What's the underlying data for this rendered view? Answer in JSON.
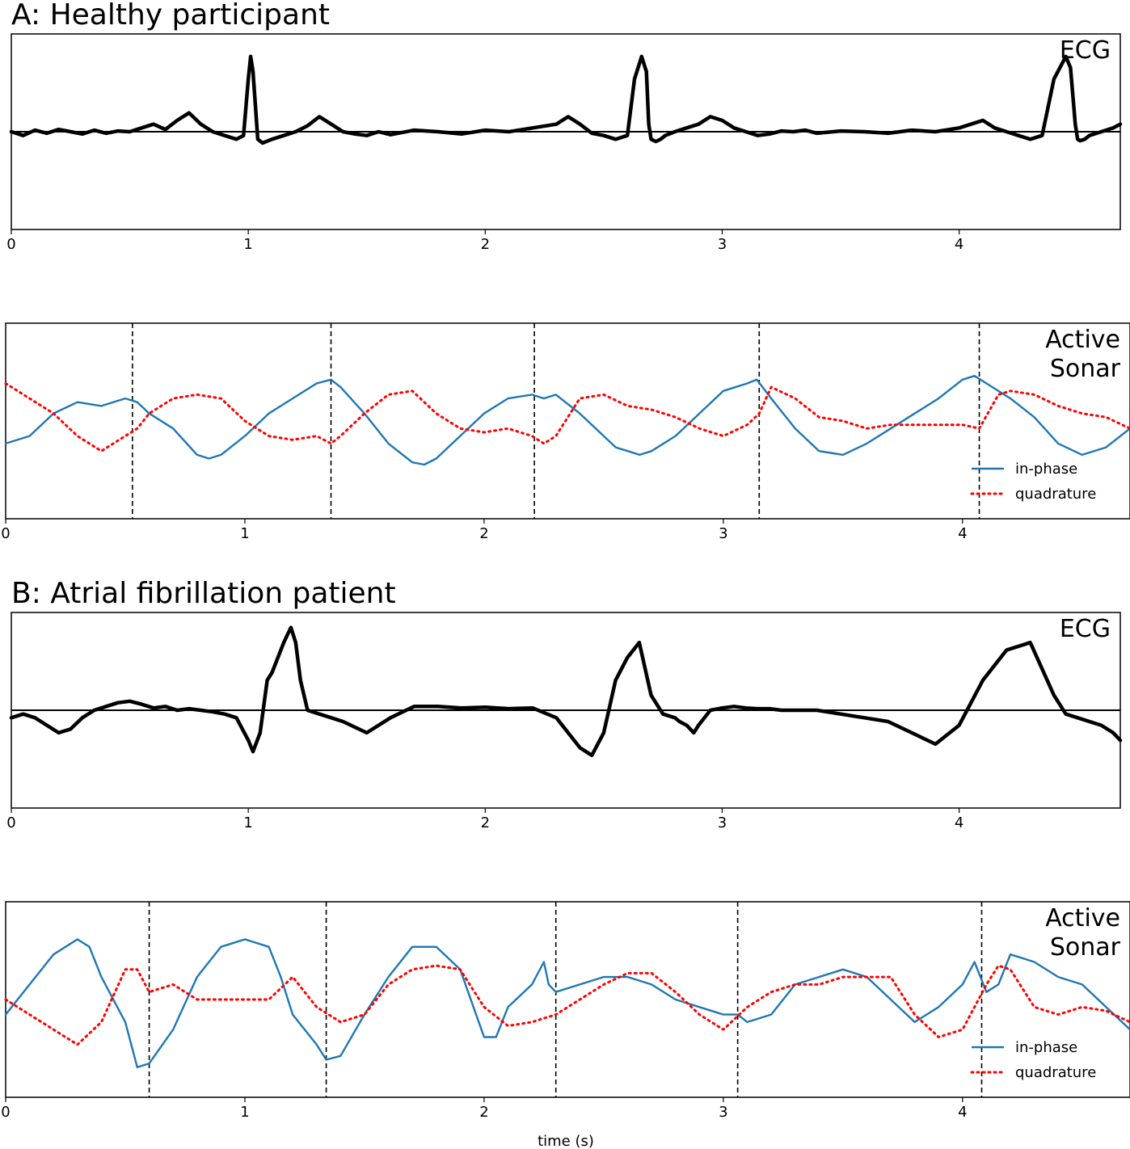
{
  "panels": {
    "A": {
      "title": "A: Healthy participant"
    },
    "B": {
      "title": "B: Atrial fibrillation patient"
    }
  },
  "x_label": "time (s)",
  "colors": {
    "ecg": "#000000",
    "in_phase": "#1f77b4",
    "quadrature": "#ff0000",
    "beat_marker": "#000000"
  },
  "chart_data": [
    {
      "id": "A-ecg",
      "type": "line",
      "title": "",
      "box_label": [
        "ECG"
      ],
      "xlim": [
        0,
        4.68
      ],
      "ylim": [
        -1.3,
        1.3
      ],
      "x_ticks": [
        0,
        1,
        2,
        3,
        4
      ],
      "grid": false,
      "baseline": 0,
      "series": [
        {
          "color": "#000000",
          "x": [
            0,
            0.05,
            0.1,
            0.15,
            0.2,
            0.25,
            0.3,
            0.35,
            0.4,
            0.45,
            0.5,
            0.55,
            0.6,
            0.65,
            0.7,
            0.75,
            0.8,
            0.85,
            0.9,
            0.95,
            0.98,
            1.0,
            1.01,
            1.02,
            1.04,
            1.06,
            1.1,
            1.15,
            1.2,
            1.25,
            1.3,
            1.35,
            1.4,
            1.45,
            1.5,
            1.55,
            1.6,
            1.7,
            1.8,
            1.9,
            2.0,
            2.1,
            2.2,
            2.3,
            2.35,
            2.4,
            2.45,
            2.5,
            2.55,
            2.6,
            2.63,
            2.66,
            2.68,
            2.69,
            2.7,
            2.72,
            2.74,
            2.76,
            2.8,
            2.85,
            2.9,
            2.95,
            3.0,
            3.05,
            3.1,
            3.15,
            3.2,
            3.25,
            3.3,
            3.35,
            3.4,
            3.5,
            3.6,
            3.7,
            3.8,
            3.9,
            4.0,
            4.05,
            4.1,
            4.15,
            4.2,
            4.25,
            4.3,
            4.35,
            4.4,
            4.45,
            4.47,
            4.49,
            4.5,
            4.51,
            4.53,
            4.55,
            4.6,
            4.65,
            4.68
          ],
          "y": [
            0,
            -0.05,
            0.02,
            -0.02,
            0.03,
            0,
            -0.03,
            0.02,
            -0.02,
            0.01,
            0,
            0.05,
            0.1,
            0.03,
            0.15,
            0.25,
            0.1,
            0,
            -0.05,
            -0.1,
            -0.05,
            0.7,
            1.0,
            0.8,
            -0.1,
            -0.15,
            -0.1,
            -0.05,
            0,
            0.08,
            0.2,
            0.1,
            0,
            -0.03,
            -0.05,
            0,
            -0.04,
            0.02,
            0,
            -0.03,
            0.02,
            0,
            0.05,
            0.1,
            0.2,
            0.1,
            -0.02,
            -0.05,
            -0.1,
            -0.05,
            0.7,
            1.0,
            0.8,
            0.1,
            -0.1,
            -0.13,
            -0.1,
            -0.05,
            0,
            0.05,
            0.1,
            0.2,
            0.15,
            0.05,
            0,
            -0.05,
            -0.03,
            0.01,
            0,
            0.02,
            -0.02,
            0.01,
            0,
            -0.02,
            0.02,
            0,
            0.05,
            0.1,
            0.15,
            0.05,
            0,
            -0.05,
            -0.1,
            -0.05,
            0.7,
            1.0,
            0.85,
            0.1,
            -0.1,
            -0.12,
            -0.1,
            -0.05,
            0,
            0.05,
            0.1
          ]
        }
      ]
    },
    {
      "id": "A-sonar",
      "type": "line",
      "title": "",
      "box_label": [
        "Active",
        "Sonar"
      ],
      "xlim": [
        0,
        4.7
      ],
      "ylim": [
        -1.3,
        1.3
      ],
      "x_ticks": [
        0,
        1,
        2,
        3,
        4
      ],
      "grid": false,
      "beat_markers": [
        0.53,
        1.36,
        2.21,
        3.15,
        4.07
      ],
      "legend": {
        "position": "lower-right",
        "entries": [
          "in-phase",
          "quadrature"
        ]
      },
      "series": [
        {
          "name": "in-phase",
          "color": "#1f77b4",
          "style": "solid",
          "x": [
            0,
            0.1,
            0.2,
            0.3,
            0.4,
            0.5,
            0.55,
            0.6,
            0.7,
            0.8,
            0.85,
            0.9,
            1.0,
            1.1,
            1.2,
            1.3,
            1.36,
            1.4,
            1.5,
            1.6,
            1.7,
            1.75,
            1.8,
            1.9,
            2.0,
            2.1,
            2.2,
            2.25,
            2.3,
            2.4,
            2.5,
            2.55,
            2.6,
            2.65,
            2.7,
            2.8,
            2.9,
            3.0,
            3.1,
            3.14,
            3.2,
            3.3,
            3.4,
            3.5,
            3.6,
            3.7,
            3.8,
            3.9,
            4.0,
            4.05,
            4.1,
            4.2,
            4.3,
            4.4,
            4.5,
            4.6,
            4.7
          ],
          "y": [
            -0.3,
            -0.2,
            0.1,
            0.25,
            0.2,
            0.3,
            0.25,
            0.1,
            -0.1,
            -0.45,
            -0.5,
            -0.45,
            -0.2,
            0.1,
            0.3,
            0.5,
            0.55,
            0.45,
            0.1,
            -0.3,
            -0.55,
            -0.58,
            -0.5,
            -0.2,
            0.1,
            0.3,
            0.35,
            0.3,
            0.35,
            0.1,
            -0.2,
            -0.35,
            -0.4,
            -0.45,
            -0.4,
            -0.2,
            0.1,
            0.4,
            0.5,
            0.55,
            0.3,
            -0.1,
            -0.4,
            -0.45,
            -0.3,
            -0.1,
            0.1,
            0.3,
            0.55,
            0.6,
            0.5,
            0.3,
            0.05,
            -0.3,
            -0.45,
            -0.35,
            -0.1
          ]
        },
        {
          "name": "quadrature",
          "color": "#ff0000",
          "style": "dotted",
          "x": [
            0,
            0.1,
            0.2,
            0.3,
            0.4,
            0.5,
            0.55,
            0.6,
            0.7,
            0.8,
            0.9,
            1.0,
            1.1,
            1.2,
            1.3,
            1.36,
            1.4,
            1.5,
            1.6,
            1.7,
            1.8,
            1.9,
            2.0,
            2.1,
            2.2,
            2.25,
            2.3,
            2.4,
            2.5,
            2.6,
            2.7,
            2.8,
            2.9,
            3.0,
            3.1,
            3.15,
            3.2,
            3.3,
            3.4,
            3.5,
            3.6,
            3.7,
            3.8,
            3.9,
            4.0,
            4.07,
            4.15,
            4.2,
            4.3,
            4.4,
            4.5,
            4.6,
            4.7
          ],
          "y": [
            0.5,
            0.3,
            0.1,
            -0.2,
            -0.4,
            -0.2,
            -0.1,
            0.1,
            0.3,
            0.35,
            0.3,
            0,
            -0.2,
            -0.25,
            -0.2,
            -0.3,
            -0.2,
            0.1,
            0.35,
            0.4,
            0.1,
            -0.1,
            -0.15,
            -0.1,
            -0.2,
            -0.3,
            -0.2,
            0.3,
            0.35,
            0.2,
            0.15,
            0.05,
            -0.1,
            -0.2,
            -0.05,
            0.1,
            0.45,
            0.3,
            0.05,
            0,
            -0.1,
            -0.05,
            -0.05,
            -0.05,
            -0.05,
            -0.1,
            0.35,
            0.4,
            0.35,
            0.2,
            0.1,
            0.05,
            -0.1
          ]
        }
      ]
    },
    {
      "id": "B-ecg",
      "type": "line",
      "title": "",
      "box_label": [
        "ECG"
      ],
      "xlim": [
        0,
        4.68
      ],
      "ylim": [
        -1.3,
        1.3
      ],
      "x_ticks": [
        0,
        1,
        2,
        3,
        4
      ],
      "grid": false,
      "baseline": 0,
      "series": [
        {
          "color": "#000000",
          "x": [
            0,
            0.05,
            0.1,
            0.15,
            0.2,
            0.25,
            0.3,
            0.35,
            0.4,
            0.45,
            0.5,
            0.55,
            0.6,
            0.65,
            0.7,
            0.75,
            0.8,
            0.85,
            0.9,
            0.95,
            1.0,
            1.02,
            1.05,
            1.08,
            1.1,
            1.15,
            1.18,
            1.2,
            1.22,
            1.25,
            1.3,
            1.35,
            1.4,
            1.5,
            1.6,
            1.7,
            1.8,
            1.9,
            2.0,
            2.1,
            2.2,
            2.3,
            2.35,
            2.4,
            2.45,
            2.5,
            2.55,
            2.6,
            2.65,
            2.7,
            2.75,
            2.8,
            2.82,
            2.85,
            2.88,
            2.9,
            2.95,
            3.0,
            3.05,
            3.1,
            3.15,
            3.2,
            3.25,
            3.3,
            3.4,
            3.5,
            3.6,
            3.7,
            3.8,
            3.9,
            4.0,
            4.1,
            4.2,
            4.3,
            4.4,
            4.45,
            4.5,
            4.55,
            4.6,
            4.65,
            4.68
          ],
          "y": [
            -0.1,
            -0.05,
            -0.1,
            -0.2,
            -0.3,
            -0.25,
            -0.1,
            0,
            0.05,
            0.1,
            0.12,
            0.08,
            0.03,
            0.05,
            0,
            0.02,
            0,
            -0.02,
            -0.05,
            -0.1,
            -0.4,
            -0.55,
            -0.3,
            0.4,
            0.5,
            0.9,
            1.1,
            0.9,
            0.4,
            0,
            -0.05,
            -0.1,
            -0.15,
            -0.3,
            -0.1,
            0.05,
            0.05,
            0.03,
            0.04,
            0.02,
            0.03,
            -0.1,
            -0.3,
            -0.5,
            -0.6,
            -0.3,
            0.4,
            0.7,
            0.9,
            0.2,
            -0.05,
            -0.1,
            -0.15,
            -0.2,
            -0.3,
            -0.2,
            0,
            0.03,
            0.05,
            0.03,
            0.02,
            0.02,
            0,
            0,
            0,
            -0.05,
            -0.1,
            -0.15,
            -0.3,
            -0.45,
            -0.2,
            0.4,
            0.8,
            0.9,
            0.2,
            -0.05,
            -0.1,
            -0.15,
            -0.2,
            -0.3,
            -0.4
          ]
        }
      ]
    },
    {
      "id": "B-sonar",
      "type": "line",
      "title": "",
      "box_label": [
        "Active",
        "Sonar"
      ],
      "xlim": [
        0,
        4.7
      ],
      "ylim": [
        -1.3,
        1.3
      ],
      "x_ticks": [
        0,
        1,
        2,
        3,
        4
      ],
      "grid": false,
      "beat_markers": [
        0.6,
        1.34,
        2.3,
        3.06,
        4.08
      ],
      "legend": {
        "position": "lower-right",
        "entries": [
          "in-phase",
          "quadrature"
        ]
      },
      "series": [
        {
          "name": "in-phase",
          "color": "#1f77b4",
          "style": "solid",
          "x": [
            0,
            0.1,
            0.2,
            0.3,
            0.35,
            0.4,
            0.5,
            0.55,
            0.6,
            0.7,
            0.8,
            0.9,
            1.0,
            1.1,
            1.15,
            1.2,
            1.3,
            1.34,
            1.4,
            1.5,
            1.6,
            1.7,
            1.8,
            1.9,
            2.0,
            2.05,
            2.1,
            2.2,
            2.25,
            2.27,
            2.3,
            2.4,
            2.5,
            2.6,
            2.7,
            2.8,
            2.9,
            3.0,
            3.06,
            3.1,
            3.2,
            3.3,
            3.4,
            3.5,
            3.6,
            3.7,
            3.8,
            3.9,
            4.0,
            4.05,
            4.1,
            4.15,
            4.2,
            4.3,
            4.4,
            4.5,
            4.6,
            4.7
          ],
          "y": [
            -0.2,
            0.2,
            0.6,
            0.8,
            0.7,
            0.3,
            -0.3,
            -0.9,
            -0.85,
            -0.4,
            0.3,
            0.7,
            0.8,
            0.7,
            0.3,
            -0.2,
            -0.6,
            -0.8,
            -0.75,
            -0.2,
            0.3,
            0.7,
            0.7,
            0.4,
            -0.5,
            -0.5,
            -0.1,
            0.2,
            0.5,
            0.2,
            0.1,
            0.2,
            0.3,
            0.3,
            0.2,
            0,
            -0.1,
            -0.2,
            -0.2,
            -0.3,
            -0.2,
            0.2,
            0.3,
            0.4,
            0.3,
            0,
            -0.3,
            -0.1,
            0.2,
            0.5,
            0.1,
            0.2,
            0.6,
            0.5,
            0.3,
            0.2,
            -0.1,
            -0.4
          ]
        },
        {
          "name": "quadrature",
          "color": "#ff0000",
          "style": "dotted",
          "x": [
            0,
            0.1,
            0.2,
            0.3,
            0.4,
            0.5,
            0.55,
            0.6,
            0.7,
            0.8,
            0.9,
            1.0,
            1.1,
            1.2,
            1.3,
            1.4,
            1.5,
            1.6,
            1.7,
            1.8,
            1.9,
            2.0,
            2.1,
            2.2,
            2.3,
            2.4,
            2.5,
            2.6,
            2.7,
            2.8,
            2.9,
            3.0,
            3.1,
            3.2,
            3.3,
            3.4,
            3.5,
            3.6,
            3.7,
            3.8,
            3.9,
            4.0,
            4.1,
            4.15,
            4.2,
            4.3,
            4.4,
            4.5,
            4.6,
            4.7
          ],
          "y": [
            0,
            -0.2,
            -0.4,
            -0.6,
            -0.3,
            0.4,
            0.4,
            0.1,
            0.2,
            0,
            0,
            0,
            0,
            0.3,
            -0.1,
            -0.3,
            -0.2,
            0.2,
            0.4,
            0.45,
            0.4,
            -0.1,
            -0.35,
            -0.3,
            -0.2,
            0,
            0.2,
            0.35,
            0.35,
            0.1,
            -0.2,
            -0.4,
            -0.1,
            0.1,
            0.2,
            0.2,
            0.3,
            0.3,
            0.3,
            -0.2,
            -0.5,
            -0.4,
            0.2,
            0.45,
            0.4,
            -0.1,
            -0.2,
            -0.1,
            -0.15,
            -0.3
          ]
        }
      ]
    }
  ]
}
